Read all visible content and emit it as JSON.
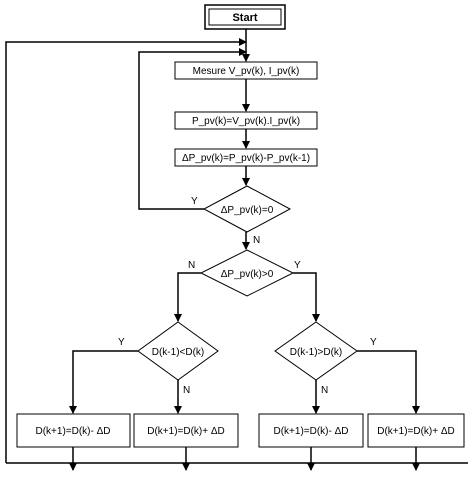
{
  "flowchart": {
    "start": "Start",
    "measure": "Mesure V_pv(k), I_pv(k)",
    "power": "P_pv(k)=V_pv(k).I_pv(k)",
    "delta": "ΔP_pv(k)=P_pv(k)-P_pv(k-1)",
    "dec_zero": "ΔP_pv(k)=0",
    "dec_pos": "ΔP_pv(k)>0",
    "dec_left": "D(k-1)<D(k)",
    "dec_right": "D(k-1)>D(k)",
    "box_1": "D(k+1)=D(k)- ΔD",
    "box_2": "D(k+1)=D(k)+ ΔD",
    "box_3": "D(k+1)=D(k)- ΔD",
    "box_4": "D(k+1)=D(k)+ ΔD",
    "yes": "Y",
    "no": "N"
  }
}
